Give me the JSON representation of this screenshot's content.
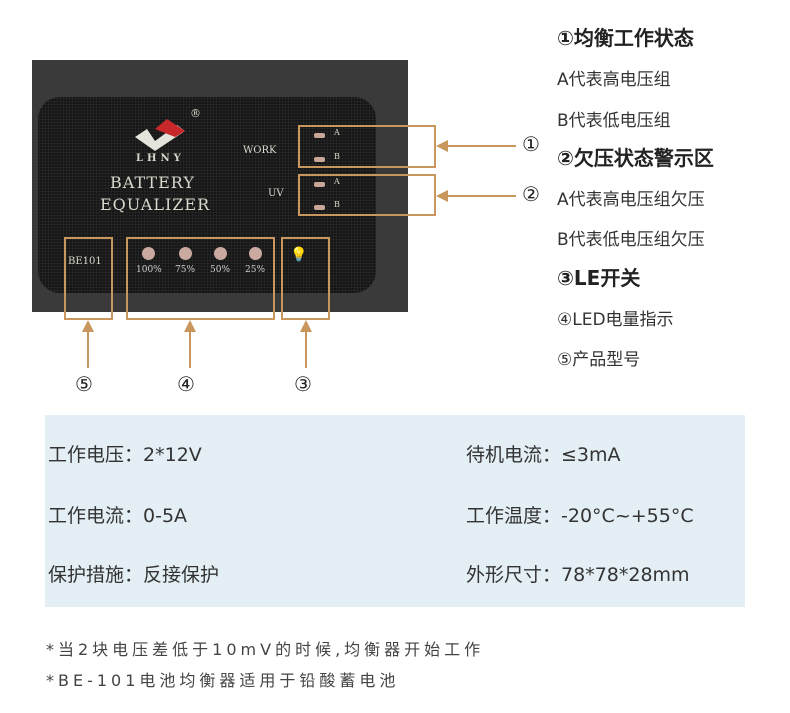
{
  "device": {
    "brand": "LHNY",
    "title1": "BATTERY",
    "title2": "EQUALIZER",
    "work": "WORK",
    "uv": "UV",
    "a": "A",
    "b": "B",
    "model": "BE101",
    "levels": [
      "100%",
      "75%",
      "50%",
      "25%"
    ]
  },
  "callouts": {
    "n1": "①",
    "n2": "②",
    "n3": "③",
    "n4": "④",
    "n5": "⑤"
  },
  "legend": [
    "①均衡工作状态",
    "A代表高电压组",
    "B代表低电压组",
    "②欠压状态警示区",
    "A代表高电压组欠压",
    "B代表低电压组欠压",
    "③LE开关",
    "④LED电量指示",
    "⑤产品型号"
  ],
  "specs": [
    {
      "label": "工作电压：",
      "value": "2*12V"
    },
    {
      "label": "待机电流：",
      "value": "≤3mA"
    },
    {
      "label": "工作电流：",
      "value": "0-5A"
    },
    {
      "label": "工作温度：",
      "value": "-20°C~+55°C"
    },
    {
      "label": "保护措施：",
      "value": "反接保护"
    },
    {
      "label": "外形尺寸：",
      "value": "78*78*28mm"
    }
  ],
  "notes": [
    "*当2块电压差低于10mV的时候,均衡器开始工作",
    "*BE-101电池均衡器适用于铅酸蓄电池"
  ],
  "colors": {
    "accent": "#c9965d",
    "specs_bg": "#e3eff4"
  }
}
